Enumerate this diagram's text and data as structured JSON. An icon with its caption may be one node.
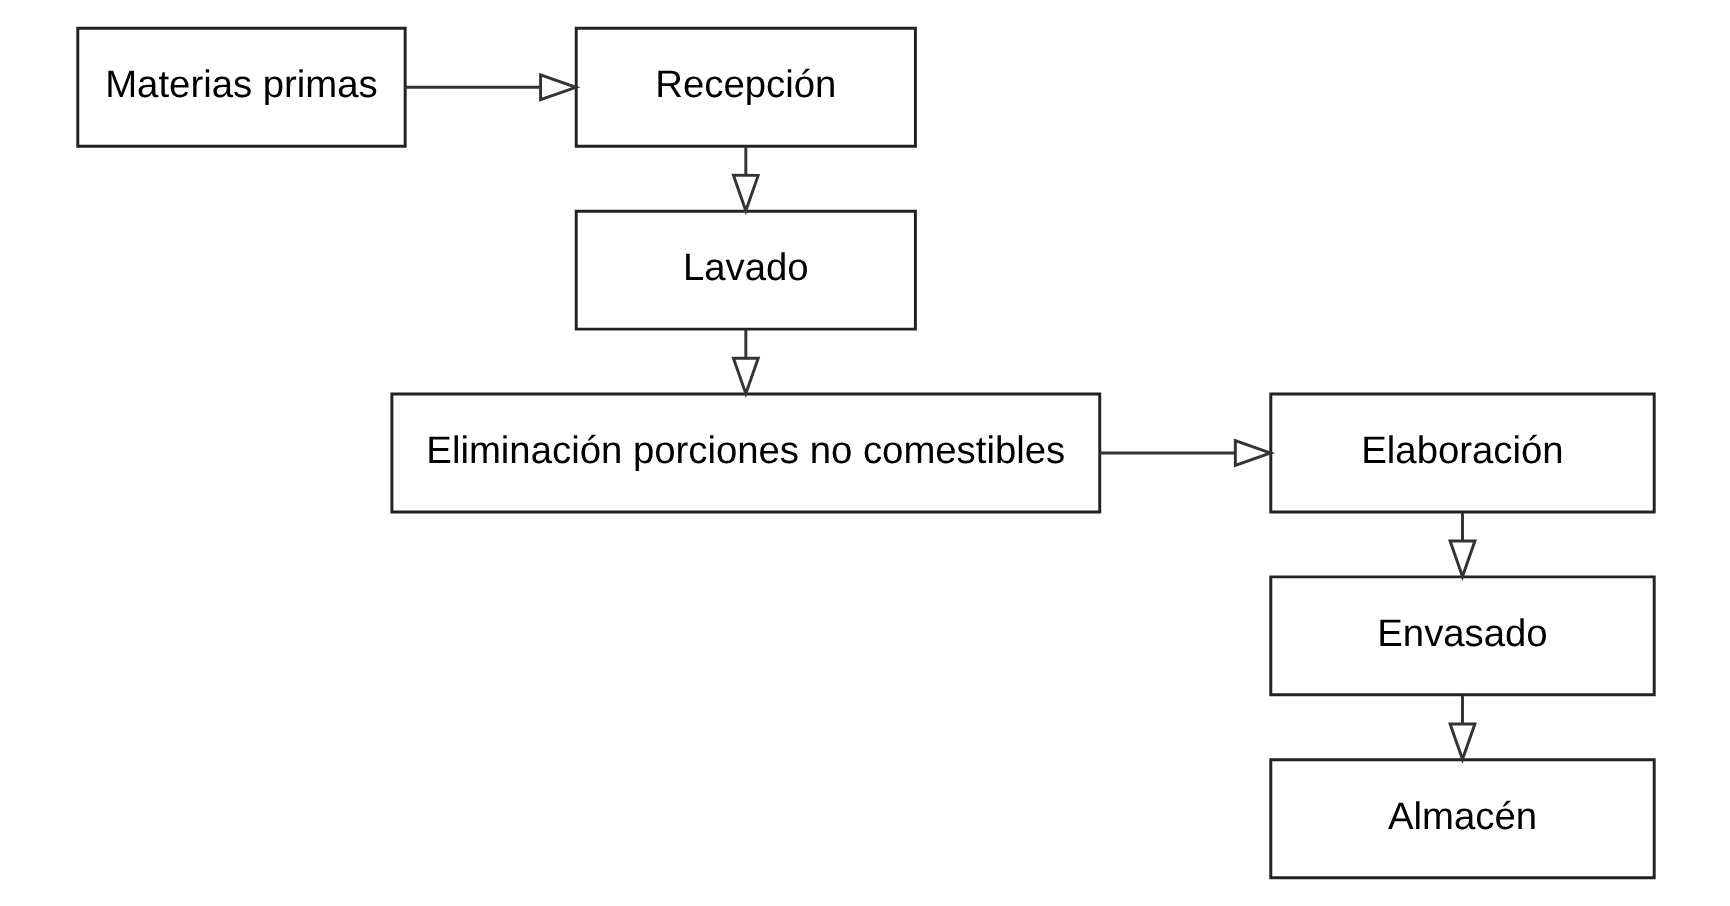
{
  "diagram": {
    "nodes": [
      {
        "text": [
          "Materias primas"
        ]
      },
      {
        "text": [
          "Recepción"
        ]
      },
      {
        "text": [
          "Lavado"
        ]
      },
      {
        "text": [
          "Eliminación porciones no comestibles"
        ]
      },
      {
        "text": [
          "Elaboración"
        ]
      },
      {
        "text": [
          "Envasado"
        ]
      },
      {
        "text": [
          "Almacén"
        ]
      }
    ],
    "edges": [
      {
        "from": 0,
        "to": 1,
        "arrow": "to"
      },
      {
        "from": 1,
        "to": 2,
        "arrow": "to"
      },
      {
        "from": 2,
        "to": 3,
        "arrow": "to"
      },
      {
        "from": 3,
        "to": 4,
        "arrow": "to"
      },
      {
        "from": 4,
        "to": 5,
        "arrow": "to"
      },
      {
        "from": 5,
        "to": 6,
        "arrow": "to"
      }
    ]
  }
}
